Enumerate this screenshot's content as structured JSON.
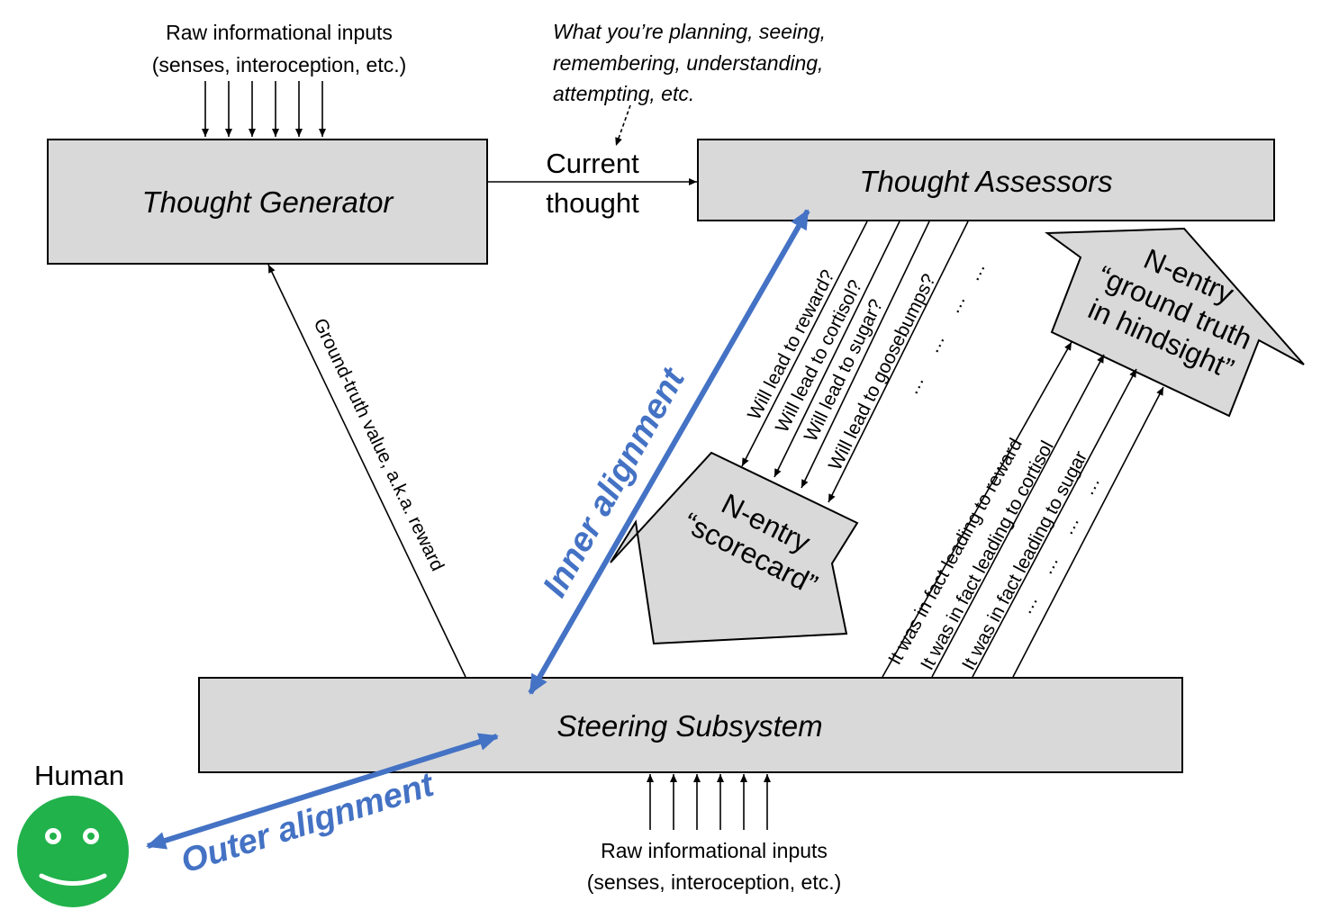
{
  "diagram": {
    "inputs_top": {
      "line1": "Raw informational inputs",
      "line2": "(senses, interoception, etc.)"
    },
    "inputs_bottom": {
      "line1": "Raw informational inputs",
      "line2": "(senses, interoception, etc.)"
    },
    "thought_note": {
      "line1": "What you’re planning, seeing,",
      "line2": "remembering, understanding,",
      "line3": "attempting, etc."
    },
    "thought_generator": "Thought Generator",
    "thought_assessors": "Thought Assessors",
    "steering_subsystem": "Steering Subsystem",
    "current_thought": {
      "line1": "Current",
      "line2": "thought"
    },
    "ground_truth_label": "Ground-truth value, a.k.a. reward",
    "assessor_predictions": [
      "Will lead to reward?",
      "Will lead to cortisol?",
      "Will lead to sugar?",
      "Will lead to goosebumps?"
    ],
    "ellipsis": "…",
    "hindsight_labels": [
      "It was in fact leading to reward",
      "It was in fact leading to cortisol",
      "It was in fact leading to sugar"
    ],
    "scorecard": {
      "line1": "N-entry",
      "line2": "“scorecard”"
    },
    "ground_truth_hindsight": {
      "line1": "N-entry",
      "line2": "“ground truth",
      "line3": "in hindsight”"
    },
    "inner_alignment": "Inner alignment",
    "outer_alignment": "Outer alignment",
    "human": "Human",
    "colors": {
      "box_fill": "#d9d9d9",
      "alignment_blue": "#4472c4",
      "face_green": "#21b24b"
    },
    "icons": {
      "human": "smiley-face-icon"
    }
  }
}
